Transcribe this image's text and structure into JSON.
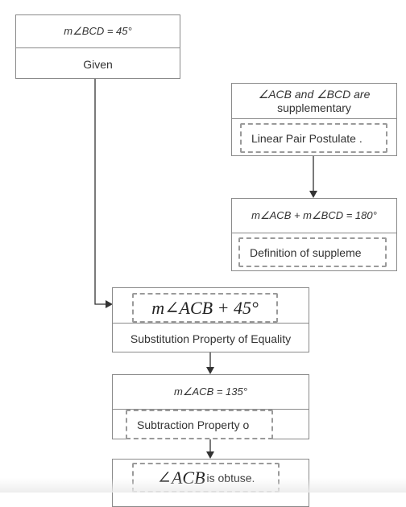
{
  "boxes": {
    "given": {
      "statement": "m∠BCD = 45°",
      "reason": "Given"
    },
    "supplementary": {
      "statement_line1": "∠ACB and ∠BCD  are",
      "statement_line2": "supplementary",
      "reason": "Linear Pair Postulate ."
    },
    "sum": {
      "statement": "m∠ACB + m∠BCD  = 180°",
      "reason": "Definition of suppleme"
    },
    "substitution": {
      "statement": "m∠ACB + 45°",
      "reason": "Substitution Property of Equality"
    },
    "result": {
      "statement": "m∠ACB = 135°",
      "reason": "Subtraction Property o"
    },
    "obtuse": {
      "statement_math": "∠ACB",
      "statement_text": " is obtuse."
    }
  },
  "colors": {
    "border": "#8a8a8a",
    "dashed": "#9a9a9a",
    "arrow": "#333333"
  }
}
